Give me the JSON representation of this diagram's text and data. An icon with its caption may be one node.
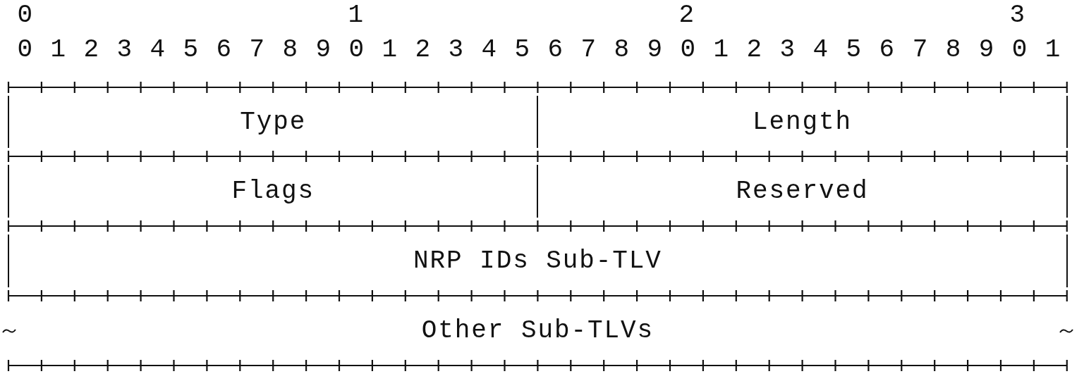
{
  "diagram": {
    "nodes": [
      {
        "text": [
          "Type"
        ]
      },
      {
        "text": [
          "Length"
        ]
      },
      {
        "text": [
          "Flags"
        ]
      },
      {
        "text": [
          "Reserved"
        ]
      },
      {
        "text": [
          "NRP IDs Sub-TLV"
        ]
      },
      {
        "text": [
          "Other Sub-TLVs"
        ]
      }
    ],
    "edges": [],
    "labels": [
      "0",
      "1",
      "2",
      "3",
      "0 1 2 3 4 5 6 7 8 9 0 1 2 3 4 5 6 7 8 9 0 1 2 3 4 5 6 7 8 9 0 1"
    ]
  }
}
